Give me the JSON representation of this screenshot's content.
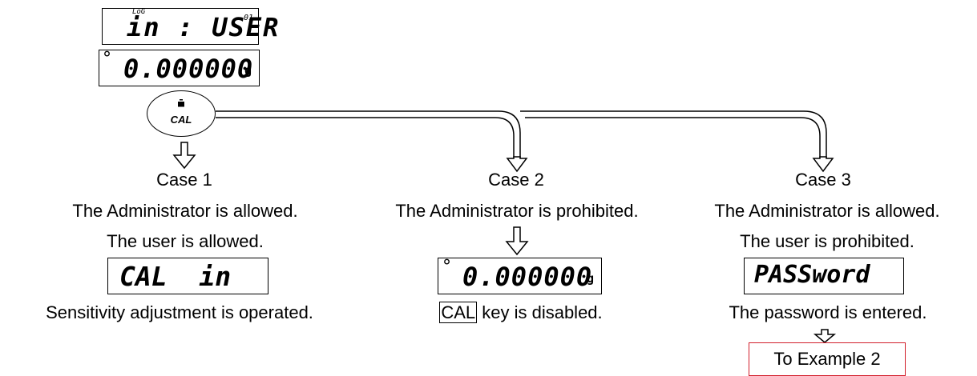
{
  "top_display": {
    "small_label": "LoG",
    "main_text": "in : USER",
    "user_number": "01"
  },
  "weight_display": {
    "indicator": "°",
    "value": "0.000000",
    "unit": "g"
  },
  "cal_key": {
    "label": "CAL",
    "icon": "weight-icon"
  },
  "cases": [
    {
      "title": "Case 1",
      "admin": "The Administrator is allowed.",
      "user": "The user is allowed.",
      "display": "CAL  in",
      "result": "Sensitivity adjustment is operated."
    },
    {
      "title": "Case 2",
      "admin": "The Administrator is prohibited.",
      "display_indicator": "°",
      "display_value": "0.000000",
      "display_unit": "g",
      "result_key": "CAL",
      "result_rest": " key is disabled."
    },
    {
      "title": "Case 3",
      "admin": "The Administrator is allowed.",
      "user": "The user is prohibited.",
      "display": "PASSword",
      "result": "The password is entered.",
      "next": "To Example 2"
    }
  ]
}
